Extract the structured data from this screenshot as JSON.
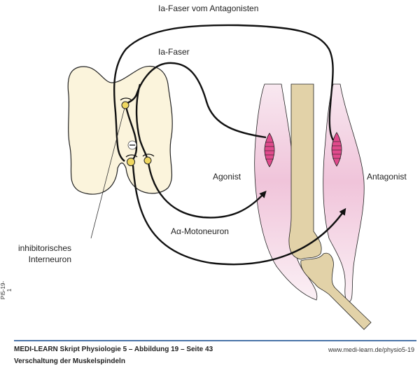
{
  "labels": {
    "ia_antagonist": "Ia-Faser vom Antagonisten",
    "ia_faser": "Ia-Faser",
    "agonist": "Agonist",
    "antagonist": "Antagonist",
    "motoneuron": "Aα-Motoneuron",
    "interneuron_line1": "inhibitorisches",
    "interneuron_line2": "Interneuron",
    "inhibitory_sign": "−"
  },
  "footer": {
    "title": "MEDI-LEARN Skript Physiologie 5 – Abbildung 19 – Seite 43",
    "subtitle": "Verschaltung der Muskelspindeln",
    "url": "www.medi-learn.de/physio5-19",
    "side_code": "PI5-19-1"
  },
  "colors": {
    "spinal_cord": "#fbf4dc",
    "muscle": "#f0c8dc",
    "bone": "#e2d2a8",
    "spindle": "#e04a8c",
    "synapse": "#f0d860",
    "footer_rule": "#4a74a8"
  }
}
